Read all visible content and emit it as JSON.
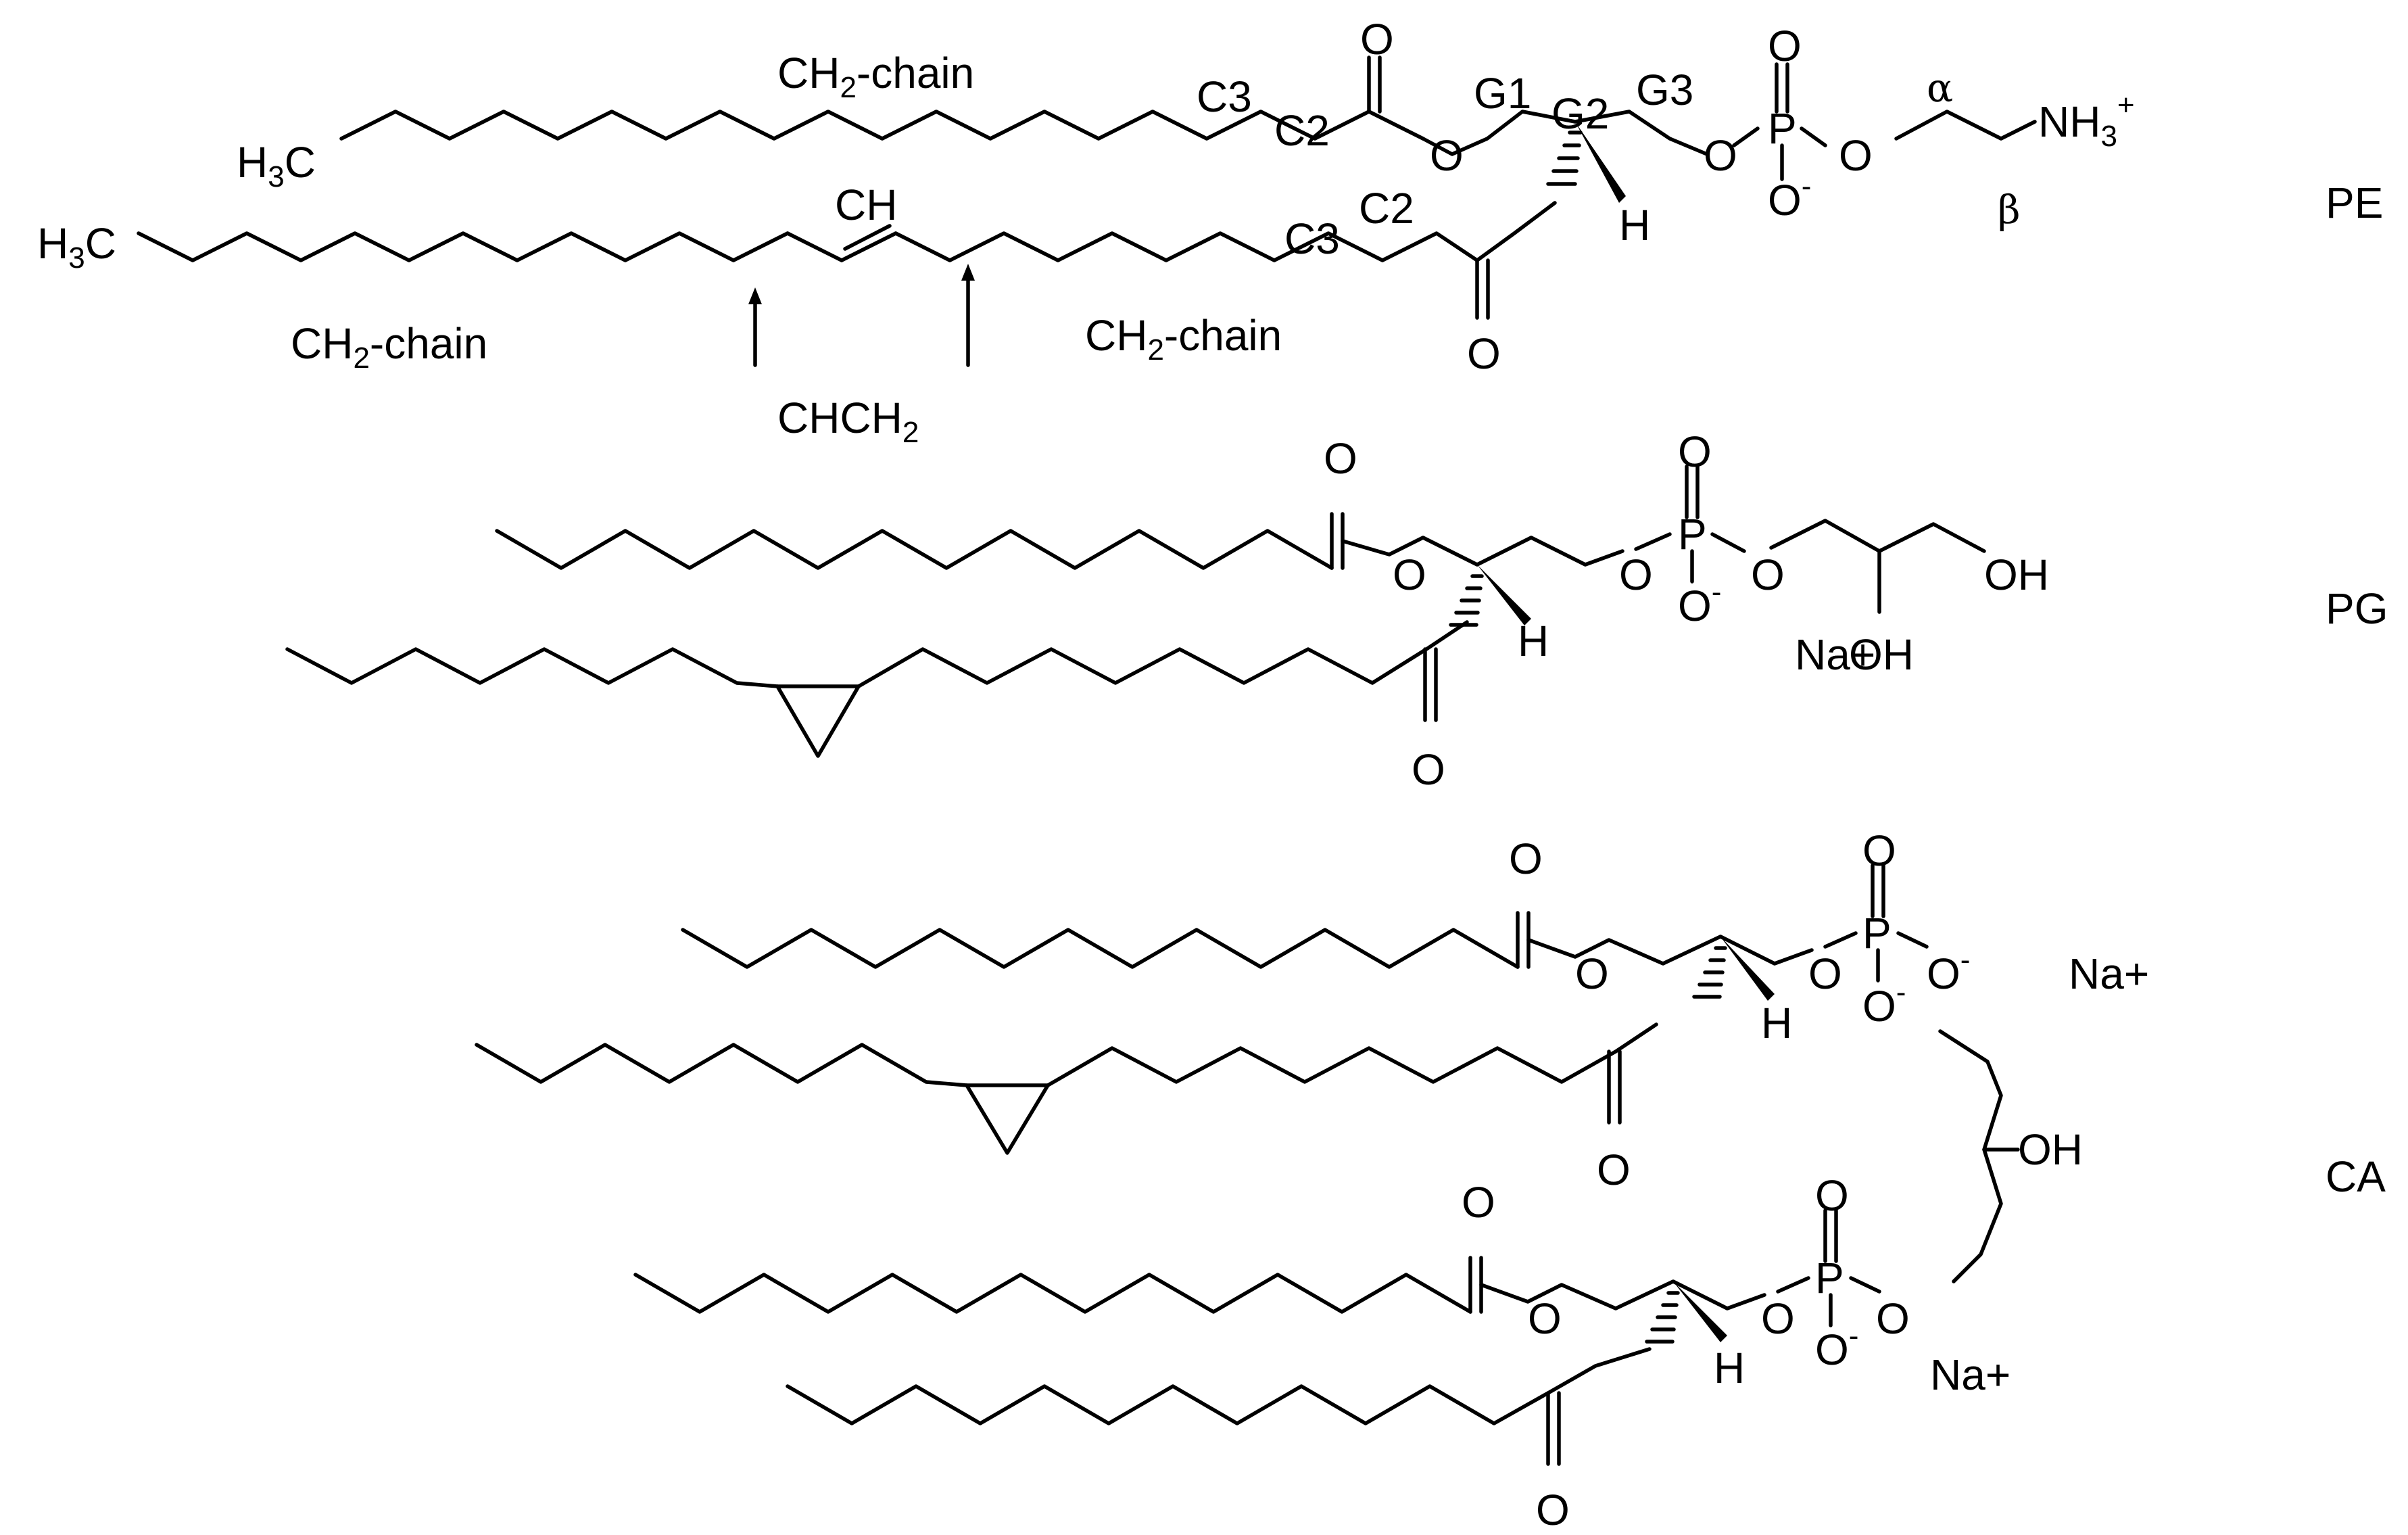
{
  "molecules": [
    {
      "abbrev": "PE"
    },
    {
      "abbrev": "PG"
    },
    {
      "abbrev": "CA"
    }
  ],
  "pe_annotations": {
    "ch2_chain": "CH2-chain",
    "ch2_chain_main": "CH",
    "ch2_chain_sub": "2",
    "ch2_chain_rest": "-chain",
    "c3": "C3",
    "c2": "C2",
    "g1": "G1",
    "g2": "G2",
    "g3": "G3",
    "alpha": "α",
    "beta": "β",
    "ch": "CH",
    "chch2_main": "CHCH",
    "chch2_sub": "2"
  },
  "atoms": {
    "h3c_main": "H",
    "h3c_sub": "3",
    "h3c_c": "C",
    "oxygen": "O",
    "phosphorus": "P",
    "hydrogen": "H",
    "nh3_main": "NH",
    "nh3_sub": "3",
    "nh3_charge": "+",
    "o_charge": "-",
    "hydroxyl": "OH",
    "sodium": "Na+"
  },
  "colors": {
    "ink": "#000000",
    "background": "#ffffff"
  }
}
